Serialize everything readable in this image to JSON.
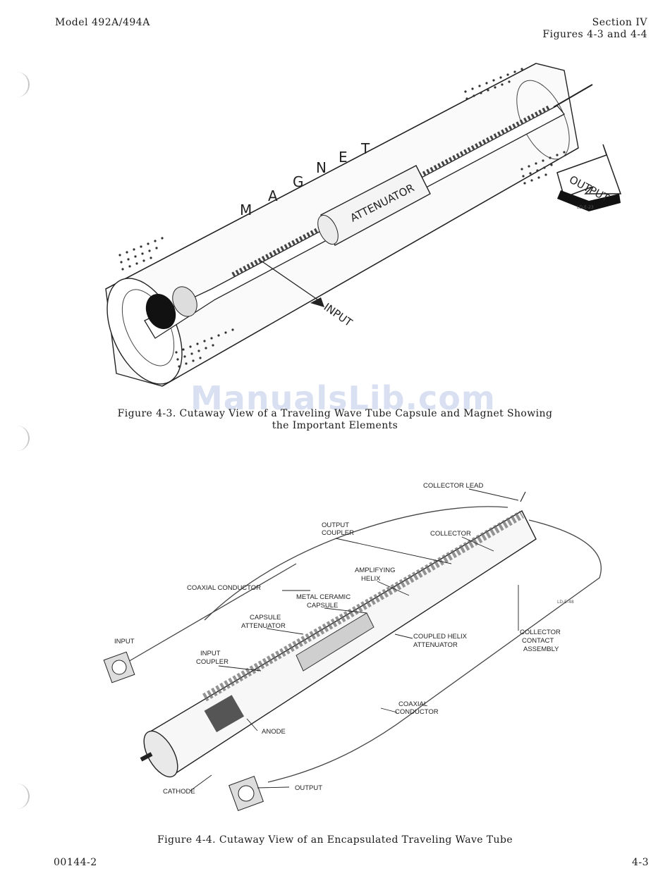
{
  "header": {
    "model": "Model 492A/494A",
    "section": "Section IV",
    "figures_ref": "Figures 4-3 and 4-4"
  },
  "figure_4_3": {
    "labels": {
      "magnet": [
        "M",
        "A",
        "G",
        "N",
        "E",
        "T"
      ],
      "attenuator": "ATTENUATOR",
      "input": "INPUT",
      "output": "OUTPUT",
      "code": "LD-E-23"
    },
    "caption_line1": "Figure 4-3.  Cutaway View of a Traveling Wave Tube Capsule and Magnet Showing",
    "caption_line2": "the Important Elements"
  },
  "watermark": "ManualsLib.com",
  "figure_4_4": {
    "labels": {
      "collector_lead": "COLLECTOR LEAD",
      "output_coupler_1": "OUTPUT",
      "output_coupler_2": "COUPLER",
      "collector": "COLLECTOR",
      "amplifying_helix_1": "AMPLIFYING",
      "amplifying_helix_2": "HELIX",
      "coaxial_conductor_top": "COAXIAL CONDUCTOR",
      "metal_ceramic_1": "METAL CERAMIC",
      "metal_ceramic_2": "CAPSULE",
      "capsule_attenuator_1": "CAPSULE",
      "capsule_attenuator_2": "ATTENUATOR",
      "coupled_helix_1": "COUPLED HELIX",
      "coupled_helix_2": "ATTENUATOR",
      "collector_contact_1": "COLLECTOR",
      "collector_contact_2": "CONTACT",
      "collector_contact_3": "ASSEMBLY",
      "input": "INPUT",
      "input_coupler_1": "INPUT",
      "input_coupler_2": "COUPLER",
      "coaxial_conductor_bottom_1": "COAXIAL",
      "coaxial_conductor_bottom_2": "CONDUCTOR",
      "anode": "ANODE",
      "cathode": "CATHODE",
      "output": "OUTPUT",
      "code": "LD-E-48"
    },
    "caption": "Figure 4-4.  Cutaway View of an Encapsulated Traveling Wave Tube"
  },
  "footer": {
    "doc_number": "00144-2",
    "page": "4-3"
  }
}
